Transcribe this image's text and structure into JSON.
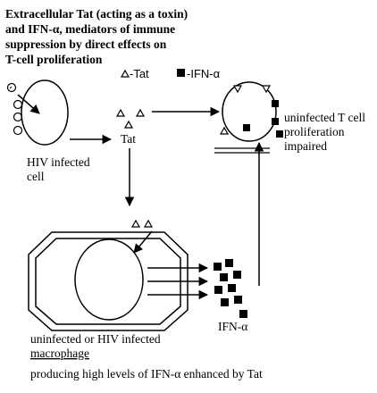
{
  "title": {
    "line1": "Extracellular Tat (acting as a toxin)",
    "line2": "and IFN-α, mediators of immune",
    "line3": "suppression by direct effects on",
    "line4": "T-cell proliferation"
  },
  "legend": {
    "tat": "-Tat",
    "ifn": "-IFN-α",
    "tat_marker": "triangle-outline-icon",
    "ifn_marker": "filled-square-icon"
  },
  "labels": {
    "tat": "Tat",
    "infected_cell_line1": "HIV infected",
    "infected_cell_line2": "cell",
    "t_cell_line1": "uninfected T cell",
    "t_cell_line2": "proliferation",
    "t_cell_line3": "impaired",
    "ifn": "IFN-α",
    "macrophage_line1": "uninfected or HIV infected",
    "macrophage_line2": "macrophage",
    "macrophage_line3": "producing high levels of IFN-α enhanced by Tat"
  }
}
